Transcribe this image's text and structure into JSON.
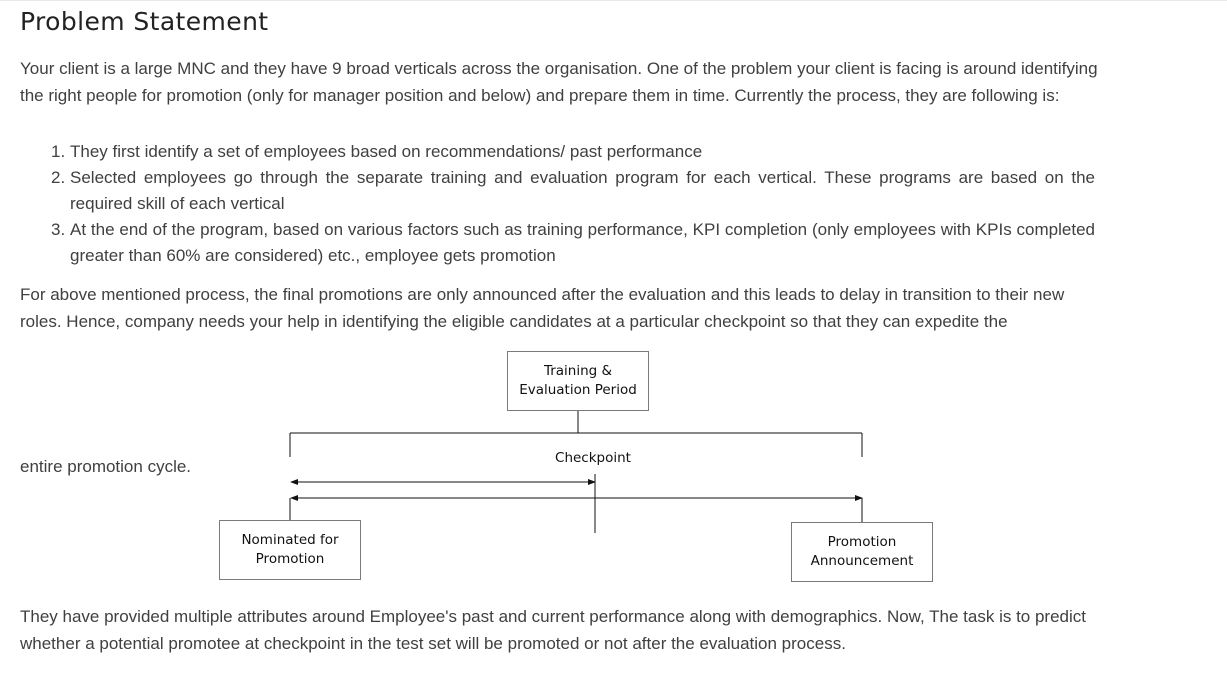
{
  "title": "Problem Statement",
  "intro": "Your client is a large MNC and they have 9 broad verticals across the organisation. One of the problem your client is facing is around identifying the right people for promotion (only for manager position and below) and prepare them in time. Currently the process, they are following is:",
  "steps": [
    {
      "num": "1.",
      "text": "They first identify a set of employees based on recommendations/ past performance"
    },
    {
      "num": "2.",
      "text": "Selected employees go through the separate training and evaluation program for each vertical. These programs are based on the required skill of each vertical"
    },
    {
      "num": "3.",
      "text": "At the end of the program, based on various factors such as training performance, KPI completion (only employees with KPIs completed greater than 60% are considered) etc., employee gets promotion"
    }
  ],
  "para2": "For above mentioned process, the final promotions are only announced after the evaluation and this leads to delay in transition to their new roles. Hence, company needs your help in identifying the eligible candidates at a particular checkpoint so that they can expedite the",
  "para2_tail": "entire promotion cycle.",
  "diagram": {
    "training_box": "Training &\nEvaluation Period",
    "checkpoint": "Checkpoint",
    "nominated_box": "Nominated for\nPromotion",
    "promotion_box": "Promotion\nAnnouncement"
  },
  "para3": "They have provided multiple attributes around Employee's past and current performance along with demographics. Now, The task is to predict whether a potential promotee at checkpoint in the test set will be promoted or not after the evaluation process."
}
